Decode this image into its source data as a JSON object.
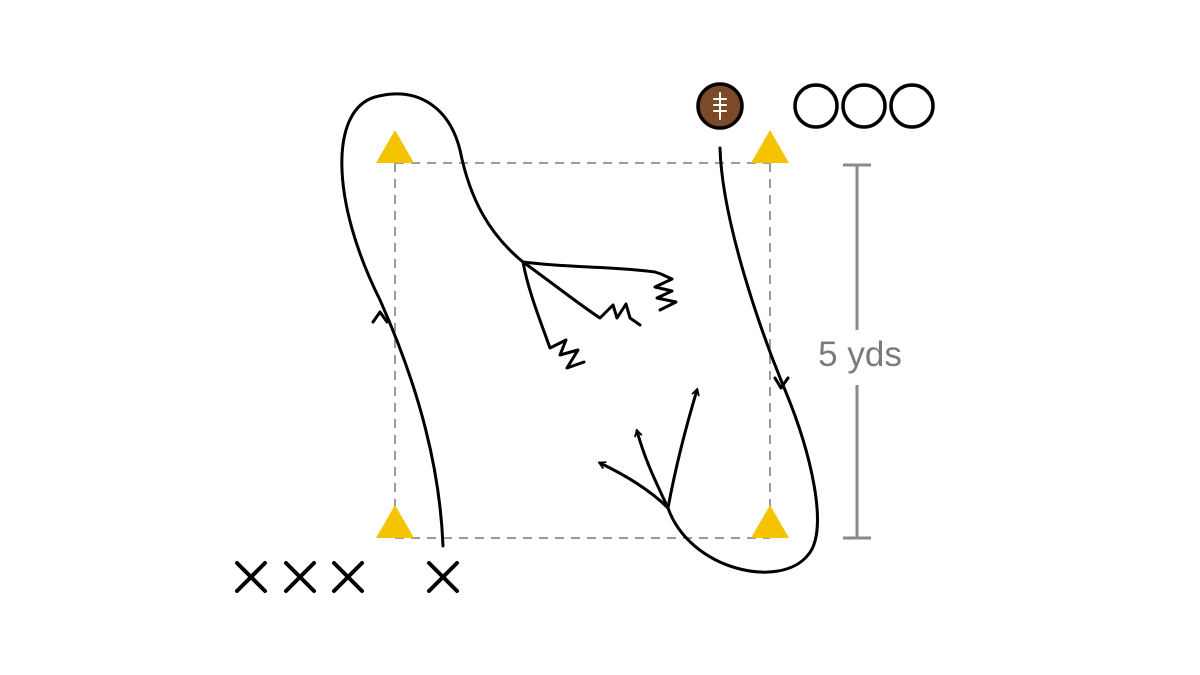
{
  "diagram": {
    "distance_label": "5 yds",
    "colors": {
      "cone": "#f5c400",
      "boundary": "#9a9a9a",
      "dimension": "#8a8a8a",
      "route": "#000000",
      "football": "#7a4a2a"
    },
    "cones": [
      "cone-top-left",
      "cone-top-right",
      "cone-bottom-left",
      "cone-bottom-right"
    ],
    "offense_players": {
      "symbol": "X",
      "count": 4
    },
    "defense_players": {
      "symbol": "O",
      "count": 3
    },
    "ball": "football-icon"
  }
}
